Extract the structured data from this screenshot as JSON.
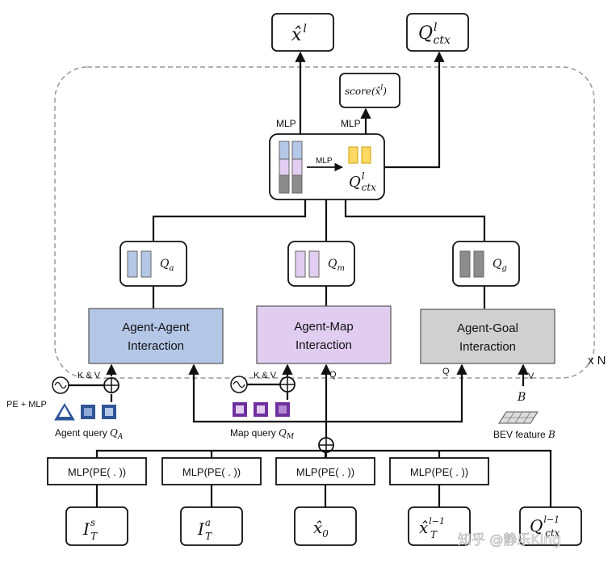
{
  "outputs": {
    "x_hat_l": {
      "base": "x̂",
      "sup": "l"
    },
    "q_ctx_l": {
      "base": "Q",
      "sup": "l",
      "sub": "ctx"
    },
    "score": {
      "text": "score(x̂",
      "sup": "l",
      "close": ")"
    }
  },
  "labels": {
    "mlp_left": "MLP",
    "mlp_right": "MLP",
    "mlp_center": "MLP",
    "x_n": "x N",
    "kv_agent": "K & V",
    "kv_map": "K & V",
    "q_map": "Q",
    "q_goal": "Q",
    "v_goal": "V",
    "pe_mlp": "PE + MLP",
    "b_var": "B",
    "agent_query": {
      "text": "Agent query ",
      "math": "Q",
      "sub": "A"
    },
    "map_query": {
      "text": "Map query ",
      "math": "Q",
      "sub": "M"
    },
    "bev_feature": {
      "text": "BEV feature ",
      "math": "B"
    }
  },
  "center_block": {
    "q_ctx": {
      "base": "Q",
      "sup": "l",
      "sub": "ctx"
    }
  },
  "queries": {
    "qa": {
      "base": "Q",
      "sub": "a"
    },
    "qm": {
      "base": "Q",
      "sub": "m"
    },
    "qg": {
      "base": "Q",
      "sub": "g"
    }
  },
  "interactions": {
    "agent_agent": [
      "Agent-Agent",
      "Interaction"
    ],
    "agent_map": [
      "Agent-Map",
      "Interaction"
    ],
    "agent_goal": [
      "Agent-Goal",
      "Interaction"
    ]
  },
  "mlp_pe_boxes": [
    "MLP(PE( . ))",
    "MLP(PE( . ))",
    "MLP(PE( . ))",
    "MLP(PE( . ))"
  ],
  "inputs": {
    "i_s": {
      "base": "I",
      "sub": "T",
      "sup": "s"
    },
    "i_a": {
      "base": "I",
      "sub": "T",
      "sup": "a"
    },
    "x0": {
      "base": "x̂",
      "sub": "0"
    },
    "x_prev": {
      "base": "x̂",
      "sub": "T",
      "sup": "l−1"
    },
    "q_prev": {
      "base": "Q",
      "sub": "ctx",
      "sup": "l−1"
    }
  },
  "watermark": "知乎 @静乐King",
  "colors": {
    "agent_blue": "#b4c7e7",
    "map_purple": "#e0cdf0",
    "goal_gray": "#d0d0d0",
    "yellow": "#ffd966",
    "dark_gray": "#7f7f7f",
    "triangle_blue": "#2f5597",
    "square_purple": "#7030a0"
  }
}
